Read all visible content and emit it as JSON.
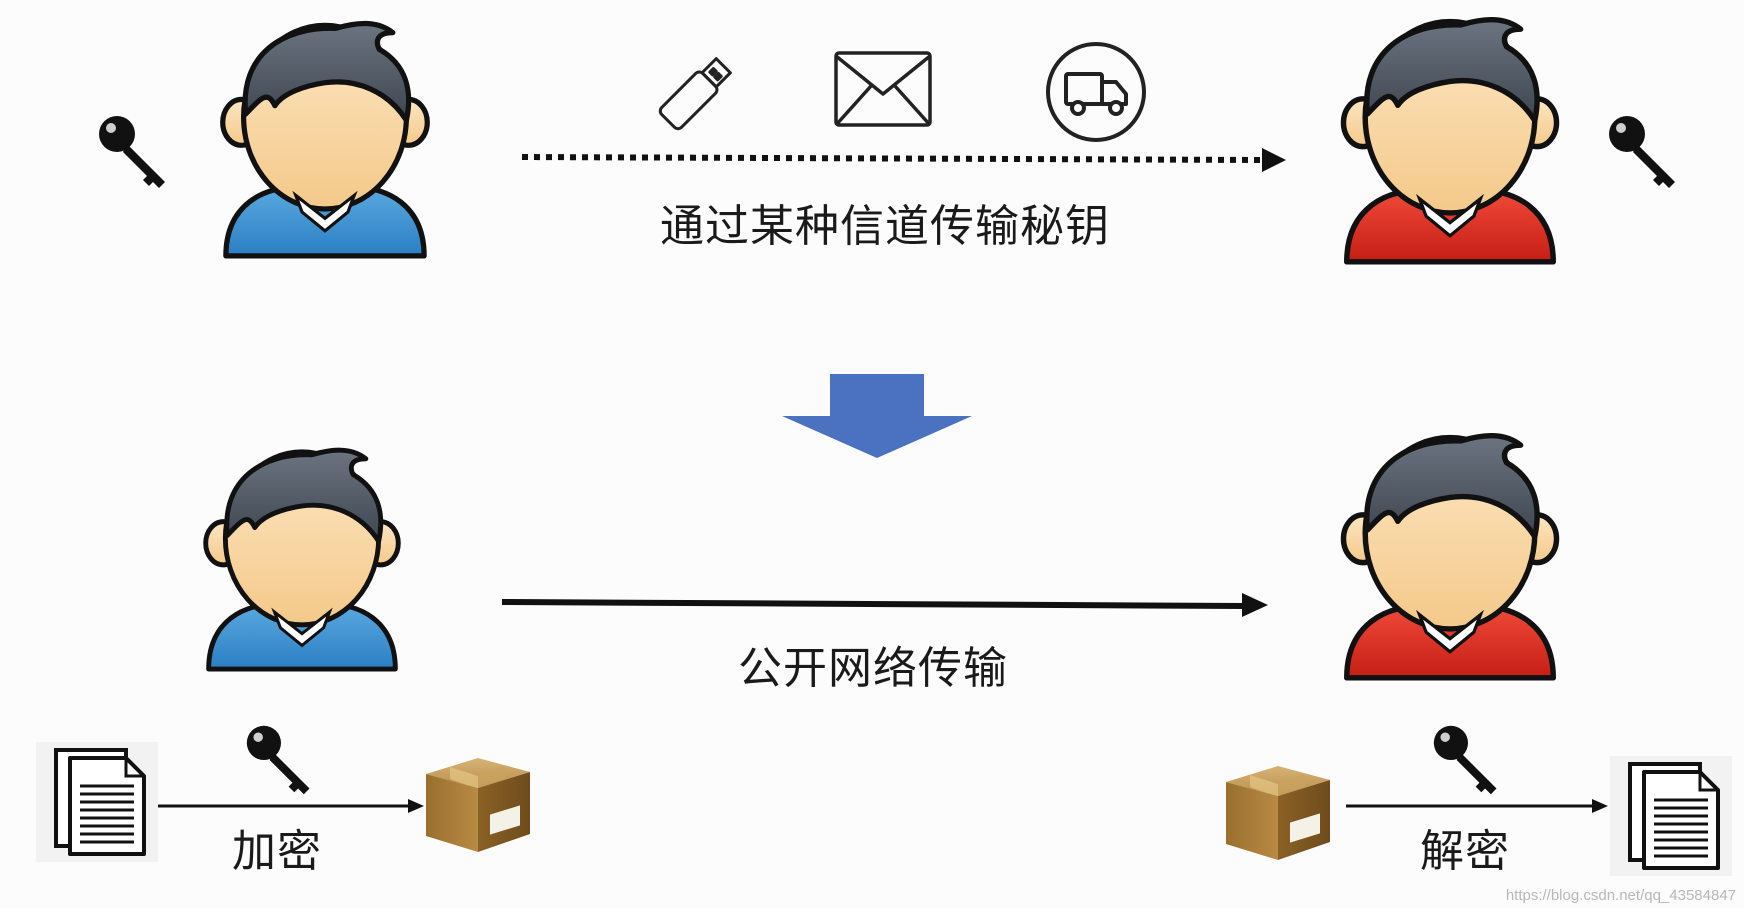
{
  "top": {
    "channel_label": "通过某种信道传输秘钥",
    "channel_icons": [
      "usb-drive-icon",
      "envelope-icon",
      "truck-icon"
    ]
  },
  "bottom": {
    "network_label": "公开网络传输",
    "encrypt_label": "加密",
    "decrypt_label": "解密"
  },
  "colors": {
    "sender_shirt": "#3a8fd0",
    "receiver_shirt": "#e02a20",
    "transition_arrow": "#4a72c0",
    "skin": "#f9d9a8",
    "hair": "#4b5460"
  },
  "watermark": "https://blog.csdn.net/qq_43584847"
}
